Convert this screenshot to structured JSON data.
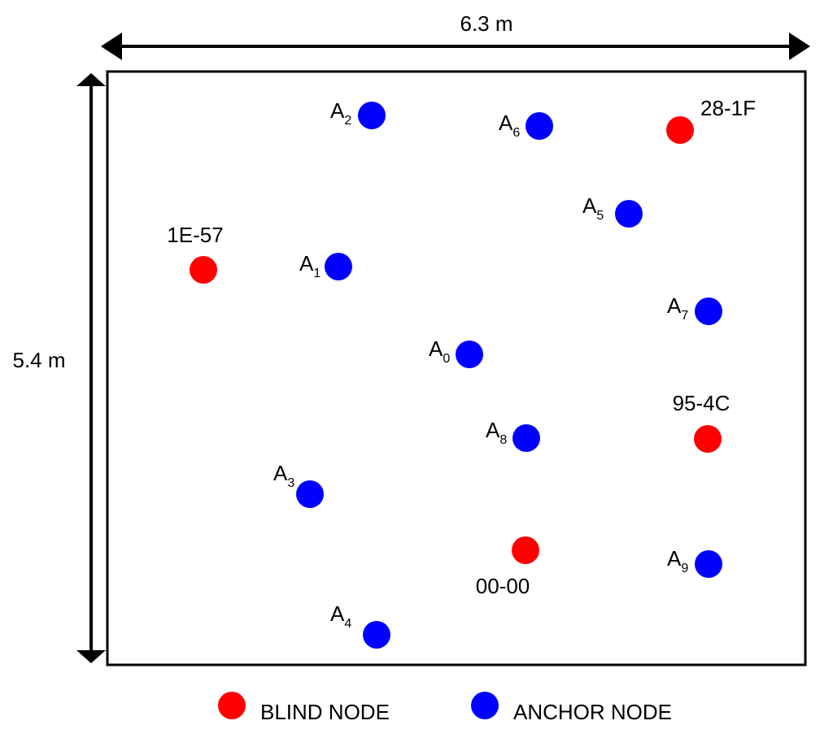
{
  "dimensions": {
    "width_label": "6.3 m",
    "height_label": "5.4 m"
  },
  "colors": {
    "blind": "#ff0000",
    "anchor": "#0000ff",
    "frame": "#000000"
  },
  "legend": {
    "blind_label": "BLIND NODE",
    "anchor_label": "ANCHOR NODE"
  },
  "anchors": [
    {
      "base": "A",
      "sub": "0"
    },
    {
      "base": "A",
      "sub": "1"
    },
    {
      "base": "A",
      "sub": "2"
    },
    {
      "base": "A",
      "sub": "3"
    },
    {
      "base": "A",
      "sub": "4"
    },
    {
      "base": "A",
      "sub": "5"
    },
    {
      "base": "A",
      "sub": "6"
    },
    {
      "base": "A",
      "sub": "7"
    },
    {
      "base": "A",
      "sub": "8"
    },
    {
      "base": "A",
      "sub": "9"
    }
  ],
  "blind_nodes": [
    {
      "label": "1E-57"
    },
    {
      "label": "28-1F"
    },
    {
      "label": "95-4C"
    },
    {
      "label": "00-00"
    }
  ]
}
